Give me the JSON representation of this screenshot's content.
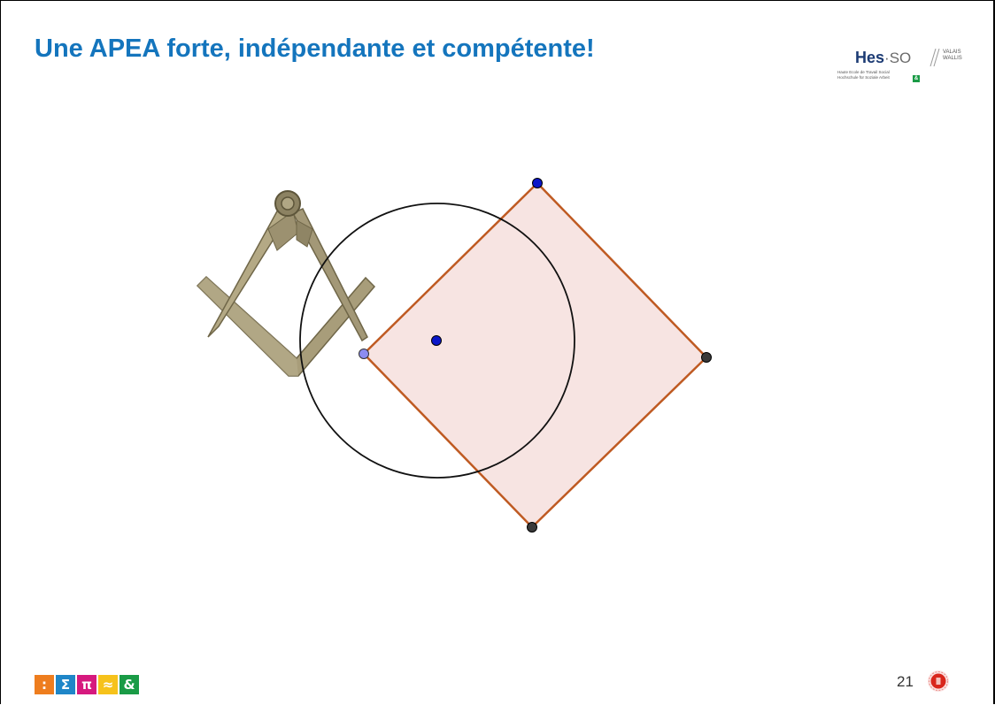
{
  "slide": {
    "title": "Une APEA forte, indépendante et compétente!",
    "page_number": "21"
  },
  "logo": {
    "main_bold": "Hes",
    "main_suffix": "·SO",
    "region_line1": "VALAIS",
    "region_line2": "WALLIS",
    "sub_line1": "Haute Ecole de Travail Social",
    "sub_line2": "Hochschule für Soziale Arbeit",
    "badge": "&"
  },
  "figure": {
    "compass_and_square_icon": "compass-and-square-icon"
  },
  "badges": [
    {
      "symbol": ":",
      "color": "#ee7d1e"
    },
    {
      "symbol": "Σ",
      "color": "#1f86c8"
    },
    {
      "symbol": "π",
      "color": "#d6197e"
    },
    {
      "symbol": "≈",
      "color": "#f6c21b"
    },
    {
      "symbol": "&",
      "color": "#1a9b46"
    }
  ],
  "colors": {
    "title": "#1475bd",
    "square_stroke": "#bf5a22",
    "square_fill": "#f7e4e2",
    "point_blue": "#0b17c9",
    "point_lilac": "#8c8cf0",
    "point_dark": "#3a3a3a"
  }
}
